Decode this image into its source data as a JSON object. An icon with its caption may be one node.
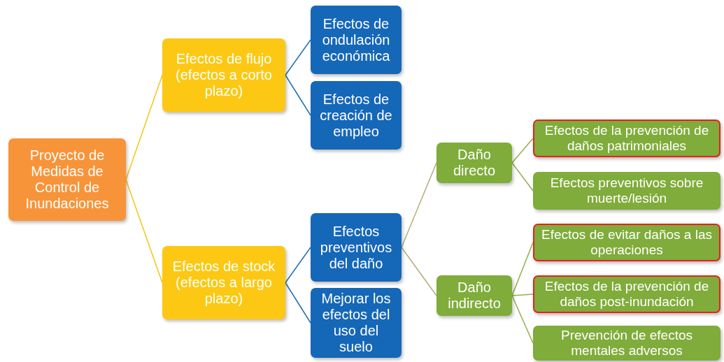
{
  "diagram": {
    "nodes": [
      {
        "text": [
          "Proyecto de Medidas de Control de Inundaciones"
        ]
      },
      {
        "text": [
          "Efectos de flujo (efectos a corto plazo)"
        ]
      },
      {
        "text": [
          "Efectos de ondulación económica"
        ]
      },
      {
        "text": [
          "Efectos de creación de empleo"
        ]
      },
      {
        "text": [
          "Efectos de stock (efectos a largo plazo)"
        ]
      },
      {
        "text": [
          "Efectos preventivos del daño"
        ]
      },
      {
        "text": [
          "Mejorar los efectos del uso del suelo"
        ]
      },
      {
        "text": [
          "Daño directo"
        ]
      },
      {
        "text": [
          "Efectos de la prevención de daños patrimoniales"
        ]
      },
      {
        "text": [
          "Efectos preventivos sobre muerte/lesión"
        ]
      },
      {
        "text": [
          "Daño indirecto"
        ]
      },
      {
        "text": [
          "Efectos de evitar daños a las operaciones"
        ]
      },
      {
        "text": [
          "Efectos de la prevención de daños post-inundación"
        ]
      },
      {
        "text": [
          "Prevención de efectos mentales adversos"
        ]
      }
    ],
    "edges": [
      {
        "from": 0,
        "to": 1,
        "arrow": "none",
        "color": "#f5c518"
      },
      {
        "from": 0,
        "to": 4,
        "arrow": "none",
        "color": "#f5c518"
      },
      {
        "from": 1,
        "to": 2,
        "arrow": "none",
        "color": "#1f6fb8"
      },
      {
        "from": 1,
        "to": 3,
        "arrow": "none",
        "color": "#1f6fb8"
      },
      {
        "from": 4,
        "to": 5,
        "arrow": "none",
        "color": "#1f6fb8"
      },
      {
        "from": 4,
        "to": 6,
        "arrow": "none",
        "color": "#1f6fb8"
      },
      {
        "from": 5,
        "to": 7,
        "arrow": "none",
        "color": "#b5ad7a"
      },
      {
        "from": 5,
        "to": 10,
        "arrow": "none",
        "color": "#b5ad7a"
      },
      {
        "from": 7,
        "to": 8,
        "arrow": "none"
      },
      {
        "from": 7,
        "to": 9,
        "arrow": "none"
      },
      {
        "from": 10,
        "to": 11,
        "arrow": "none"
      },
      {
        "from": 10,
        "to": 12,
        "arrow": "none"
      },
      {
        "from": 10,
        "to": 13,
        "arrow": "none"
      }
    ]
  }
}
